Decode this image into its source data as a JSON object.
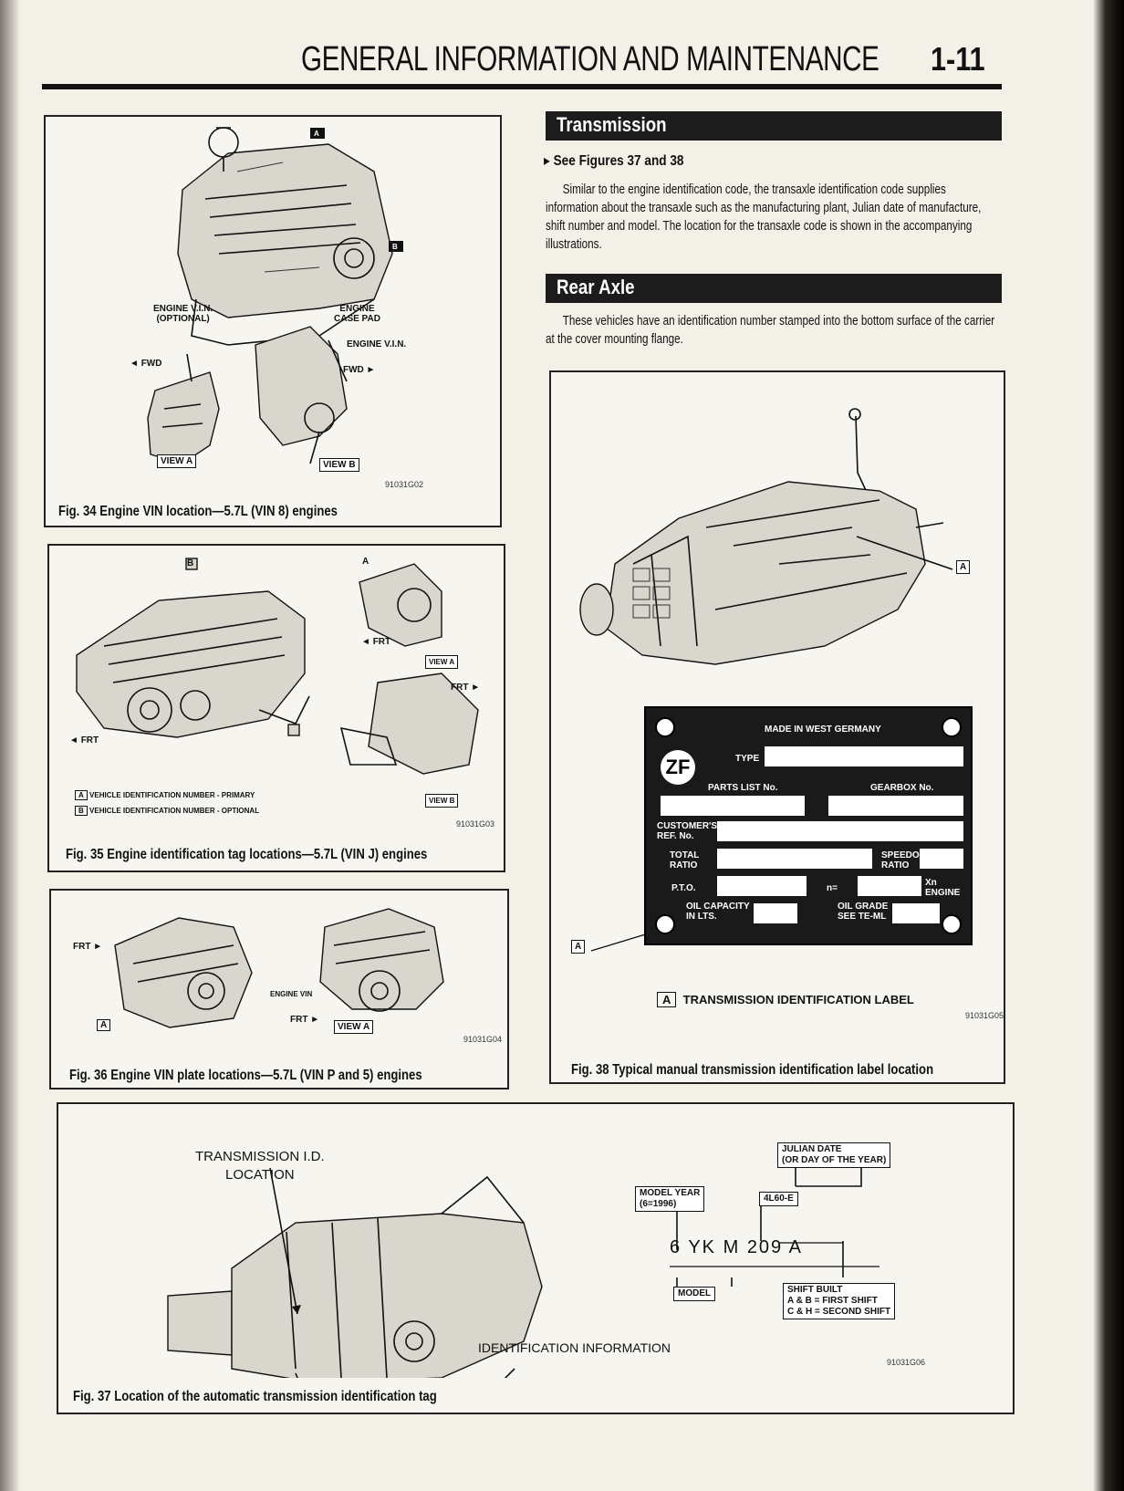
{
  "header": {
    "title": "GENERAL INFORMATION AND MAINTENANCE",
    "page": "1-11"
  },
  "fig34": {
    "labels": {
      "vin_optional": "ENGINE V.I.N.\n(OPTIONAL)",
      "case_pad": "ENGINE\nCASE PAD",
      "engine_vin": "ENGINE V.I.N.",
      "fwd_left": "FWD",
      "fwd_right": "FWD",
      "view_a": "VIEW A",
      "view_b": "VIEW B",
      "callout_a": "A",
      "callout_b": "B"
    },
    "code": "91031G02",
    "caption": "Fig. 34 Engine VIN location—5.7L (VIN 8) engines"
  },
  "fig35": {
    "labels": {
      "b": "B",
      "a": "A",
      "frt_left": "FRT",
      "frt_mid": "FRT",
      "frt_right": "FRT",
      "view_a": "VIEW A",
      "view_b": "VIEW B",
      "legend_a": "VEHICLE IDENTIFICATION NUMBER - PRIMARY",
      "legend_b": "VEHICLE IDENTIFICATION NUMBER - OPTIONAL"
    },
    "code": "91031G03",
    "caption": "Fig. 35 Engine identification tag locations—5.7L (VIN J) engines"
  },
  "fig36": {
    "labels": {
      "frt_left": "FRT",
      "engine_vin": "ENGINE VIN",
      "frt_right": "FRT",
      "view_a": "VIEW A",
      "a": "A"
    },
    "code": "91031G04",
    "caption": "Fig. 36 Engine VIN plate locations—5.7L (VIN P and 5) engines"
  },
  "transmission": {
    "heading": "Transmission",
    "see": "See Figures 37 and 38",
    "body": "Similar to the engine identification code, the transaxle identification code supplies information about the transaxle such as the manufacturing plant, Julian date of manufacture, shift number and model. The location for the transaxle code is shown in the accompanying illustrations."
  },
  "rear_axle": {
    "heading": "Rear Axle",
    "body": "These vehicles have an identification number stamped into the bottom surface of the carrier at the cover mounting flange."
  },
  "fig38": {
    "callout": "A",
    "plate": {
      "made_in": "MADE IN WEST GERMANY",
      "logo": "ZF",
      "type": "TYPE",
      "parts_list": "PARTS LIST No.",
      "gearbox": "GEARBOX No.",
      "customer_ref": "CUSTOMER'S\nREF. No.",
      "total_ratio": "TOTAL\nRATIO",
      "speedo_ratio": "SPEEDO\nRATIO",
      "pto": "P.T.O.",
      "n_eq": "n=",
      "xn_engine": "Xn\nENGINE",
      "oil_capacity": "OIL CAPACITY\nIN LTS.",
      "oil_grade": "OIL GRADE\nSEE TE-ML"
    },
    "legend_box": "A",
    "legend": "TRANSMISSION IDENTIFICATION LABEL",
    "code": "91031G05",
    "caption": "Fig. 38 Typical manual transmission identification label location"
  },
  "fig37": {
    "location_label": "TRANSMISSION I.D.\nLOCATION",
    "julian": "JULIAN DATE\n(OR DAY OF THE YEAR)",
    "model_year": "MODEL YEAR\n(6=1996)",
    "trans_model": "4L60-E",
    "code_parts": [
      "6",
      "YK",
      "M",
      "209",
      "A"
    ],
    "model": "MODEL",
    "shift": "SHIFT BUILT\nA & B = FIRST SHIFT\nC & H = SECOND SHIFT",
    "id_info": "IDENTIFICATION INFORMATION",
    "code": "91031G06",
    "caption": "Fig. 37 Location of the automatic transmission identification tag"
  }
}
